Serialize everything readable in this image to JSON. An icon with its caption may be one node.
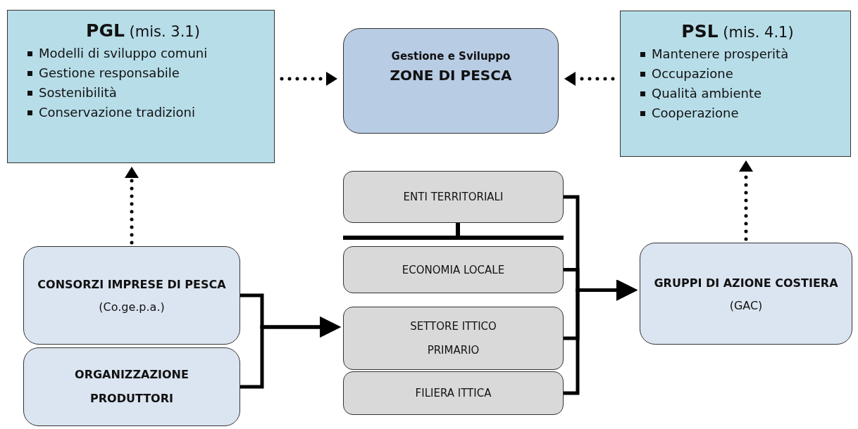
{
  "diagram": {
    "nodes": [
      {
        "text": [
          "**PGL** (mis. 3.1)",
          "Modelli di sviluppo comuni",
          "Gestione responsabile",
          "Sostenibilità",
          "Conservazione tradizioni"
        ]
      },
      {
        "text": [
          "Gestione e Sviluppo",
          "ZONE DI PESCA"
        ]
      },
      {
        "text": [
          "**PSL** (mis. 4.1)",
          "Mantenere prosperità",
          "Occupazione",
          "Qualità ambiente",
          "Cooperazione"
        ]
      },
      {
        "text": [
          "CONSORZI IMPRESE DI PESCA",
          "(Co.ge.p.a.)"
        ]
      },
      {
        "text": [
          "ORGANIZZAZIONE PRODUTTORI"
        ]
      },
      {
        "text": [
          "ENTI TERRITORIALI"
        ]
      },
      {
        "text": [
          "ECONOMIA LOCALE"
        ]
      },
      {
        "text": [
          "SETTORE ITTICO PRIMARIO"
        ]
      },
      {
        "text": [
          "FILIERA ITTICA"
        ]
      },
      {
        "text": [
          "GRUPPI DI AZIONE COSTIERA",
          "(GAC)"
        ]
      }
    ],
    "edges": [
      {
        "from": 0,
        "to": 1,
        "arrow": "to",
        "style": "dashed"
      },
      {
        "from": 2,
        "to": 1,
        "arrow": "to",
        "style": "dashed"
      },
      {
        "from": 3,
        "to": 0,
        "arrow": "to",
        "style": "dashed"
      },
      {
        "from": 9,
        "to": 2,
        "arrow": "to",
        "style": "dashed"
      },
      {
        "from": 3,
        "to": 7,
        "arrow": "to"
      },
      {
        "from": 4,
        "to": 7,
        "arrow": "to"
      },
      {
        "from": 5,
        "to": 9,
        "arrow": "to"
      },
      {
        "from": 6,
        "to": 9,
        "arrow": "to"
      },
      {
        "from": 7,
        "to": 9,
        "arrow": "to"
      },
      {
        "from": 8,
        "to": 9,
        "arrow": "to"
      }
    ]
  }
}
